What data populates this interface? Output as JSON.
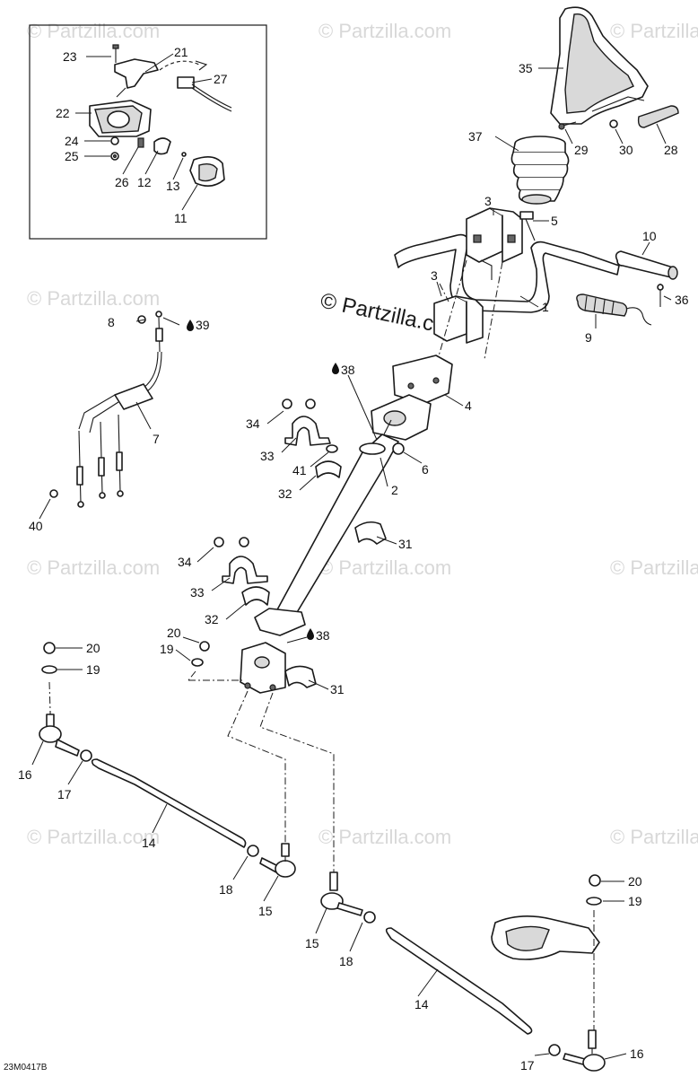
{
  "watermark": {
    "text": "© Partzilla.com",
    "center_text": "© Partzilla.com"
  },
  "diagram_code": "23M0417B",
  "callouts": {
    "c1": "1",
    "c2": "2",
    "c3a": "3",
    "c3b": "3",
    "c4": "4",
    "c5": "5",
    "c6": "6",
    "c7": "7",
    "c8": "8",
    "c9": "9",
    "c10": "10",
    "c11": "11",
    "c12": "12",
    "c13": "13",
    "c14a": "14",
    "c14b": "14",
    "c15a": "15",
    "c15b": "15",
    "c16a": "16",
    "c16b": "16",
    "c17a": "17",
    "c17b": "17",
    "c18a": "18",
    "c18b": "18",
    "c19a": "19",
    "c19b": "19",
    "c19c": "19",
    "c20a": "20",
    "c20b": "20",
    "c20c": "20",
    "c21": "21",
    "c22": "22",
    "c23": "23",
    "c24": "24",
    "c25": "25",
    "c26": "26",
    "c27": "27",
    "c28": "28",
    "c29": "29",
    "c30": "30",
    "c31a": "31",
    "c31b": "31",
    "c32a": "32",
    "c32b": "32",
    "c33a": "33",
    "c33b": "33",
    "c34a": "34",
    "c34b": "34",
    "c35": "35",
    "c36": "36",
    "c37": "37",
    "c38a": "38",
    "c38b": "38",
    "c39": "39",
    "c40": "40",
    "c41": "41"
  }
}
